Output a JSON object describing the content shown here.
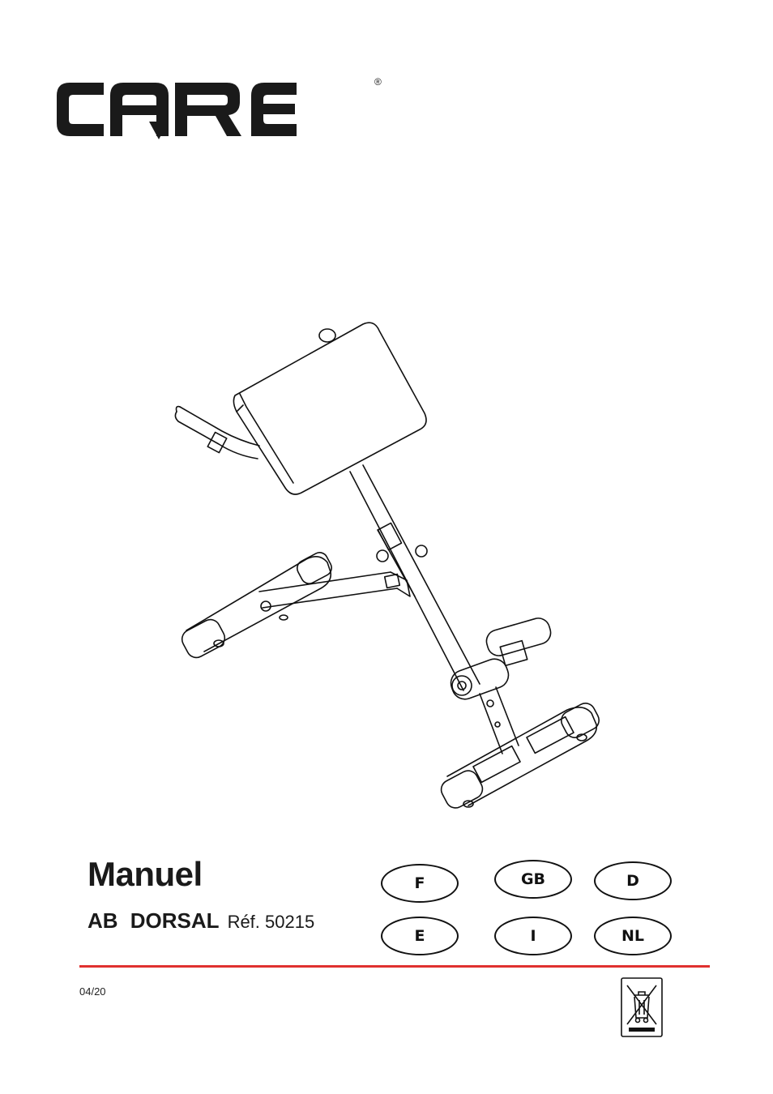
{
  "brand": {
    "name": "CARE",
    "registered_mark": "®"
  },
  "document": {
    "title": "Manuel",
    "product_name": "AB DORSAL",
    "reference": "Réf. 50215",
    "date_code": "04/20"
  },
  "languages": [
    "F",
    "GB",
    "D",
    "E",
    "I",
    "NL"
  ],
  "colors": {
    "accent_rule": "#e0312f",
    "ink": "#1a1a1a"
  },
  "icons": {
    "illustration": "ab-dorsal-bench-drawing",
    "disposal": "crossed-out-wheelie-bin-icon"
  }
}
